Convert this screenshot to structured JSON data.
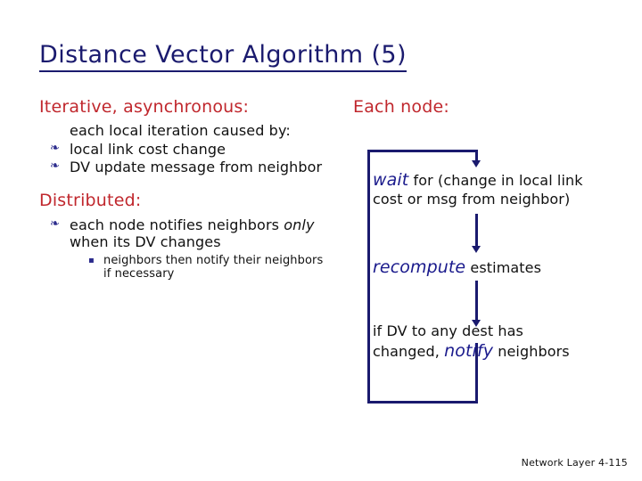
{
  "slide": {
    "title": "Distance Vector Algorithm (5)",
    "footer": "Network Layer 4-115"
  },
  "colors": {
    "title_navy": "#1a1a6e",
    "heading_crimson": "#c0272d",
    "bullet_navy": "#2b2b8c",
    "keyword_blue": "#1a1a8c",
    "body_black": "#111111"
  },
  "left_column": {
    "heading_1": "Iterative, asynchronous:",
    "intro_line": "each local iteration caused by:",
    "bullets_1": [
      {
        "marker": "diamond-bullet-icon",
        "text": "local link cost change"
      },
      {
        "marker": "diamond-bullet-icon",
        "text": "DV update message from neighbor"
      }
    ],
    "heading_2": "Distributed:",
    "bullets_2": [
      {
        "marker": "diamond-bullet-icon",
        "before": "each node notifies neighbors ",
        "italic": "only",
        "after": " when its DV changes"
      }
    ],
    "subbullets": [
      {
        "marker": "square-bullet-icon",
        "text": "neighbors then notify their neighbors if necessary"
      }
    ]
  },
  "right_column": {
    "heading": "Each node:"
  },
  "flow_diagram": {
    "steps": [
      {
        "keyword": "wait",
        "rest": " for (change in local link",
        "line2": "cost or msg from neighbor)"
      },
      {
        "keyword": "recompute",
        "rest": " estimates",
        "line2": ""
      },
      {
        "pre": "if DV to any dest has",
        "line2_pre": "changed, ",
        "keyword": "notify",
        "line2_post": " neighbors"
      }
    ],
    "loop_label": "feedback-loop"
  }
}
